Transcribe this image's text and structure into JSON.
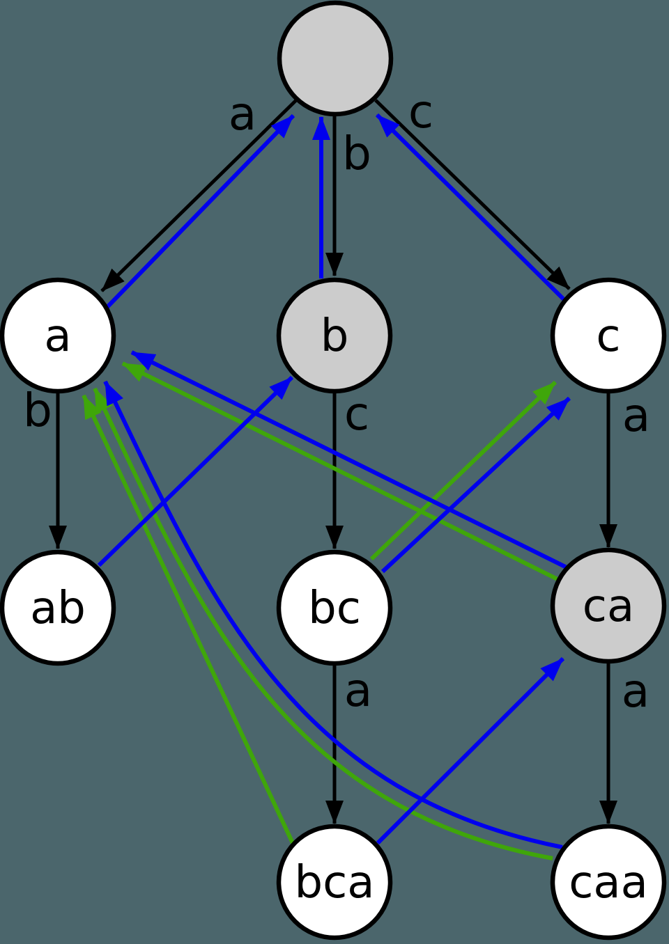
{
  "colors": {
    "background": "#4b666c",
    "black": "#000000",
    "blue": "#0000ee",
    "green": "#3fa60a",
    "node_stroke": "#000000",
    "node_gray": "#cccccc",
    "node_white": "#ffffff"
  },
  "nodes": {
    "root": {
      "label": "",
      "fill": "#cccccc"
    },
    "a": {
      "label": "a",
      "fill": "#ffffff"
    },
    "b": {
      "label": "b",
      "fill": "#cccccc"
    },
    "c": {
      "label": "c",
      "fill": "#ffffff"
    },
    "ab": {
      "label": "ab",
      "fill": "#ffffff"
    },
    "bc": {
      "label": "bc",
      "fill": "#ffffff"
    },
    "ca": {
      "label": "ca",
      "fill": "#cccccc"
    },
    "bca": {
      "label": "bca",
      "fill": "#ffffff"
    },
    "caa": {
      "label": "caa",
      "fill": "#ffffff"
    }
  },
  "edges": {
    "transitions": [
      {
        "from": "root",
        "to": "a",
        "label": "a"
      },
      {
        "from": "root",
        "to": "b",
        "label": "b"
      },
      {
        "from": "root",
        "to": "c",
        "label": "c"
      },
      {
        "from": "a",
        "to": "ab",
        "label": "b"
      },
      {
        "from": "b",
        "to": "bc",
        "label": "c"
      },
      {
        "from": "c",
        "to": "ca",
        "label": "a"
      },
      {
        "from": "bc",
        "to": "bca",
        "label": "a"
      },
      {
        "from": "ca",
        "to": "caa",
        "label": "a"
      }
    ],
    "blue_links": [
      {
        "from": "a",
        "to": "root"
      },
      {
        "from": "b",
        "to": "root"
      },
      {
        "from": "c",
        "to": "root"
      },
      {
        "from": "ab",
        "to": "b"
      },
      {
        "from": "bc",
        "to": "c"
      },
      {
        "from": "ca",
        "to": "a"
      },
      {
        "from": "bca",
        "to": "ca"
      },
      {
        "from": "caa",
        "to": "a"
      }
    ],
    "green_links": [
      {
        "from": "bc",
        "to": "c"
      },
      {
        "from": "ca",
        "to": "a"
      },
      {
        "from": "bca",
        "to": "a"
      },
      {
        "from": "caa",
        "to": "a"
      }
    ]
  }
}
